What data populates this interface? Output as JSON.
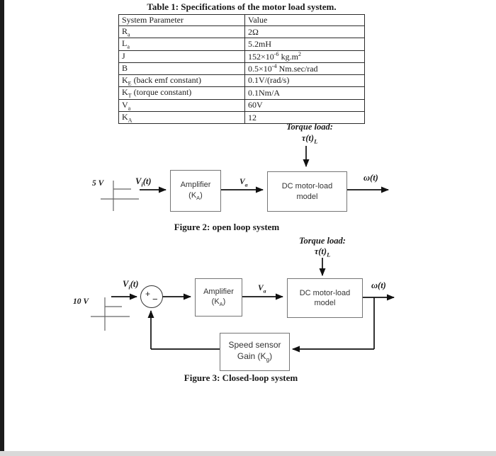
{
  "table": {
    "title": "Table 1: Specifications of the motor load system.",
    "headers": [
      "System Parameter",
      "Value"
    ],
    "rows": [
      {
        "param": [
          [
            "t",
            "R"
          ],
          [
            "sub",
            "a"
          ]
        ],
        "value": [
          [
            "t",
            "2Ω"
          ]
        ]
      },
      {
        "param": [
          [
            "t",
            "L"
          ],
          [
            "sub",
            "a"
          ]
        ],
        "value": [
          [
            "t",
            "5.2mH"
          ]
        ]
      },
      {
        "param": [
          [
            "t",
            "J"
          ]
        ],
        "value": [
          [
            "t",
            "152×10"
          ],
          [
            "sup",
            "-6"
          ],
          [
            "t",
            " kg.m"
          ],
          [
            "sup",
            "2"
          ]
        ]
      },
      {
        "param": [
          [
            "t",
            "B"
          ]
        ],
        "value": [
          [
            "t",
            "0.5×10"
          ],
          [
            "sup",
            "-4"
          ],
          [
            "t",
            " Nm.sec/rad"
          ]
        ]
      },
      {
        "param": [
          [
            "t",
            "K"
          ],
          [
            "sub",
            "E"
          ],
          [
            "t",
            " (back emf constant)"
          ]
        ],
        "value": [
          [
            "t",
            "0.1V/(rad/s)"
          ]
        ]
      },
      {
        "param": [
          [
            "t",
            "K"
          ],
          [
            "sub",
            "T"
          ],
          [
            "t",
            " (torque constant)"
          ]
        ],
        "value": [
          [
            "t",
            "0.1Nm/A"
          ]
        ]
      },
      {
        "param": [
          [
            "t",
            "V"
          ],
          [
            "sub",
            "a"
          ]
        ],
        "value": [
          [
            "t",
            "60V"
          ]
        ]
      },
      {
        "param": [
          [
            "t",
            "K"
          ],
          [
            "sub",
            "A"
          ]
        ],
        "value": [
          [
            "t",
            "12"
          ]
        ]
      }
    ]
  },
  "figure2": {
    "caption": "Figure 2: open loop system",
    "torque_label": "Torque load:",
    "torque_symbol": [
      [
        "t",
        "τ(t)"
      ],
      [
        "sub",
        "L"
      ]
    ],
    "input_level": "5 V",
    "input_signal": [
      [
        "t",
        "V"
      ],
      [
        "sub",
        "i"
      ],
      [
        "t",
        "(t)"
      ]
    ],
    "amplifier_line1": "Amplifier",
    "amplifier_line2": [
      [
        "t",
        "(K"
      ],
      [
        "sub",
        "A"
      ],
      [
        "t",
        ")"
      ]
    ],
    "va_label": [
      [
        "t",
        "V"
      ],
      [
        "sub",
        "a"
      ]
    ],
    "motor_line1": "DC motor-load",
    "motor_line2": "model",
    "omega_label": "ω(t)"
  },
  "figure3": {
    "caption": "Figure 3: Closed-loop system",
    "torque_label": "Torque load:",
    "torque_symbol": [
      [
        "t",
        "τ(t)"
      ],
      [
        "sub",
        "L"
      ]
    ],
    "input_level": "10 V",
    "input_signal": [
      [
        "t",
        "V"
      ],
      [
        "sub",
        "i"
      ],
      [
        "t",
        "(t)"
      ]
    ],
    "sum_plus": "+",
    "sum_minus": "−",
    "amplifier_line1": "Amplifier",
    "amplifier_line2": [
      [
        "t",
        "(K"
      ],
      [
        "sub",
        "A"
      ],
      [
        "t",
        ")"
      ]
    ],
    "va_label": [
      [
        "t",
        "V"
      ],
      [
        "sub",
        "a"
      ]
    ],
    "motor_line1": "DC motor-load",
    "motor_line2": "model",
    "omega_label": "ω(t)",
    "sensor_line1": "Speed sensor",
    "sensor_line2": [
      [
        "t",
        "Gain (K"
      ],
      [
        "sub",
        "g"
      ],
      [
        "t",
        ")"
      ]
    ]
  }
}
